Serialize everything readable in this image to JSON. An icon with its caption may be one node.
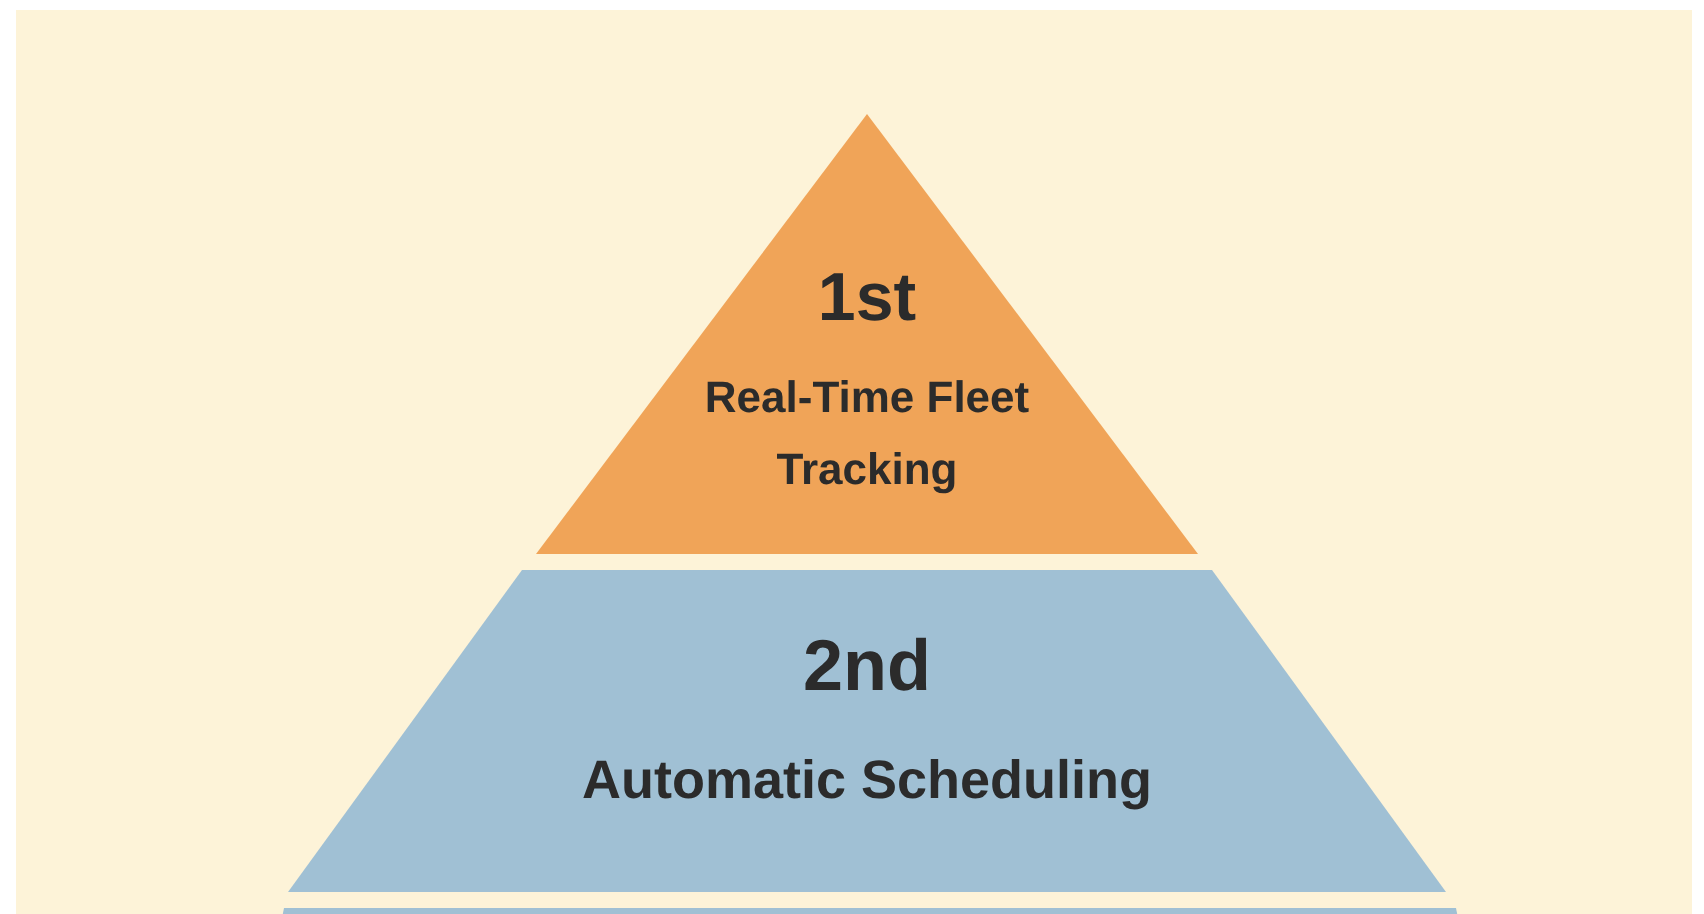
{
  "diagram": {
    "nodes": [
      {
        "text": [
          "1st",
          "Real-Time Fleet Tracking"
        ]
      },
      {
        "text": [
          "2nd",
          "Automatic Scheduling"
        ]
      },
      {
        "text": [],
        "shape": "trapezoid"
      }
    ]
  }
}
